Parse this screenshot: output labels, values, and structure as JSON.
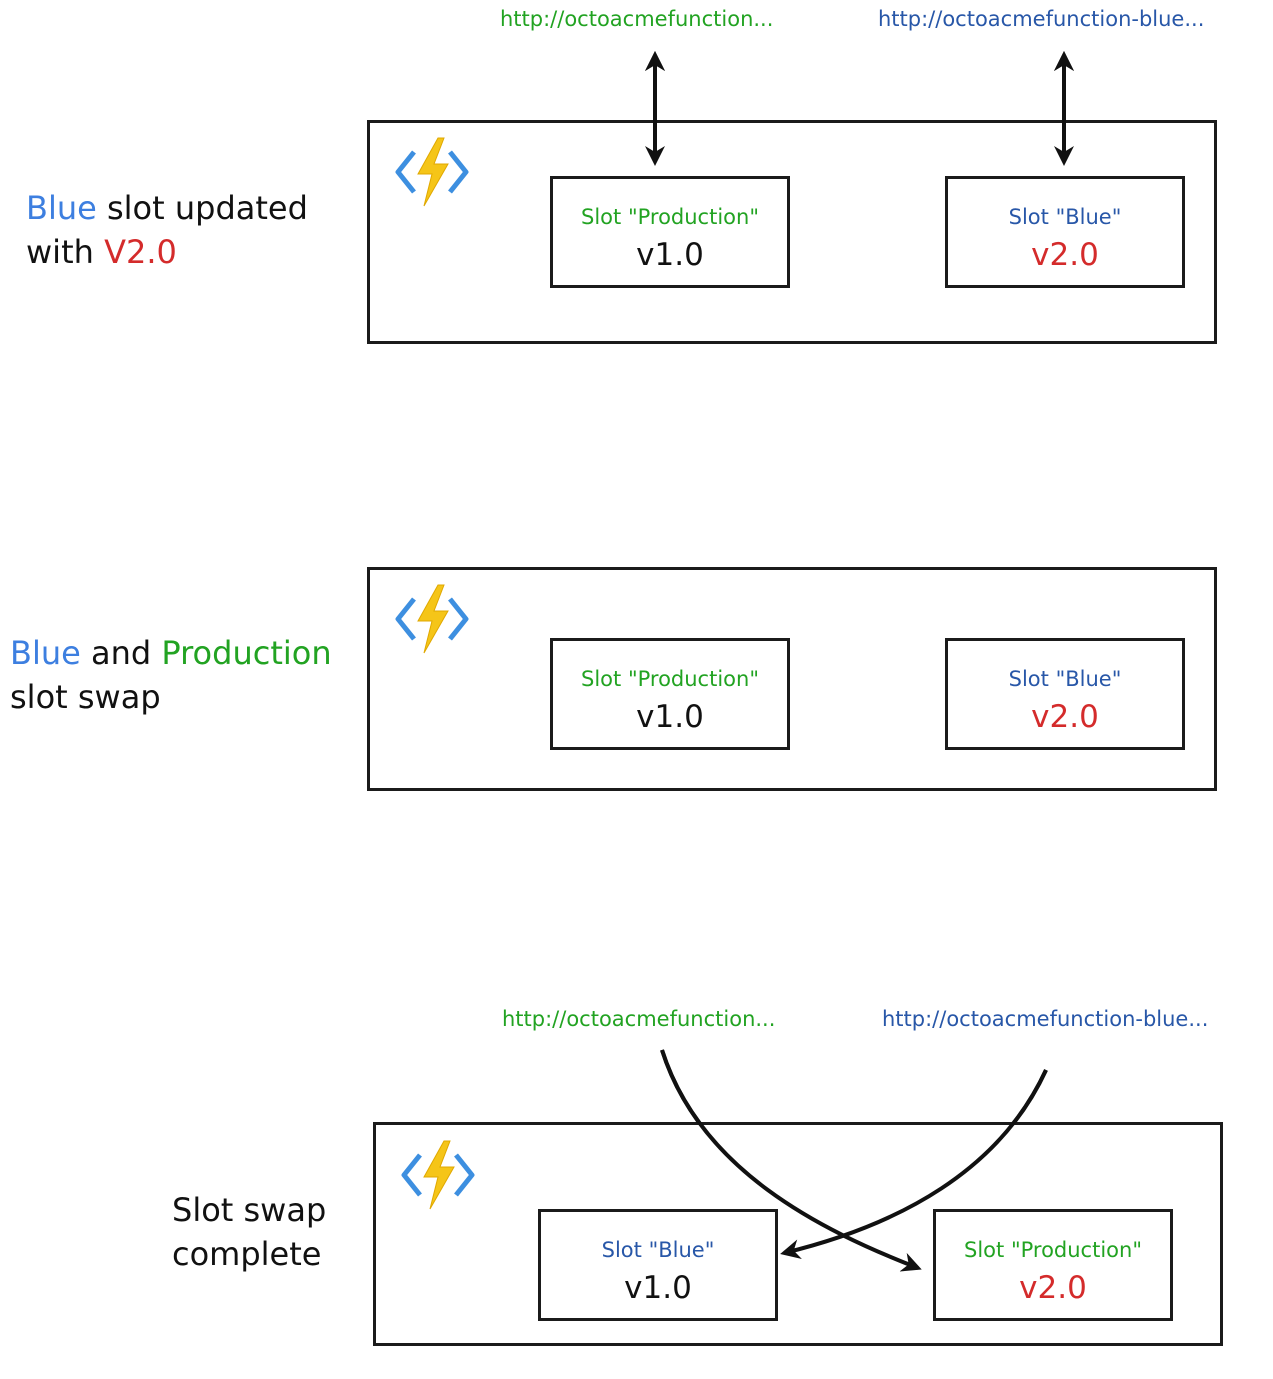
{
  "colors": {
    "blue": "#3d7fe0",
    "green": "#22a322",
    "red": "#d42b2b",
    "url_blue": "#2857a8",
    "ink": "#111111",
    "bolt": "#f5c518",
    "brackets": "#3d8fe0"
  },
  "icons": {
    "function_app": "azure-functions-icon"
  },
  "panel1": {
    "caption": {
      "line1_part1": "Blue",
      "line1_part2": " slot updated",
      "line2_part1": "with ",
      "line2_part2": "V2.0"
    },
    "url_left": "http://octoacmefunction...",
    "url_right": "http://octoacmefunction-blue...",
    "slot_left": {
      "label": "Slot \"Production\"",
      "version": "v1.0"
    },
    "slot_right": {
      "label": "Slot \"Blue\"",
      "version": "v2.0"
    }
  },
  "panel2": {
    "caption": {
      "line1_part1": "Blue",
      "line1_part2": " and ",
      "line1_part3": "Production",
      "line2": "slot swap"
    },
    "slot_left": {
      "label": "Slot \"Production\"",
      "version": "v1.0"
    },
    "slot_right": {
      "label": "Slot \"Blue\"",
      "version": "v2.0"
    }
  },
  "panel3": {
    "caption": {
      "line1": "Slot swap",
      "line2": "complete"
    },
    "url_left": "http://octoacmefunction...",
    "url_right": "http://octoacmefunction-blue...",
    "slot_left": {
      "label": "Slot \"Blue\"",
      "version": "v1.0"
    },
    "slot_right": {
      "label": "Slot \"Production\"",
      "version": "v2.0"
    }
  }
}
